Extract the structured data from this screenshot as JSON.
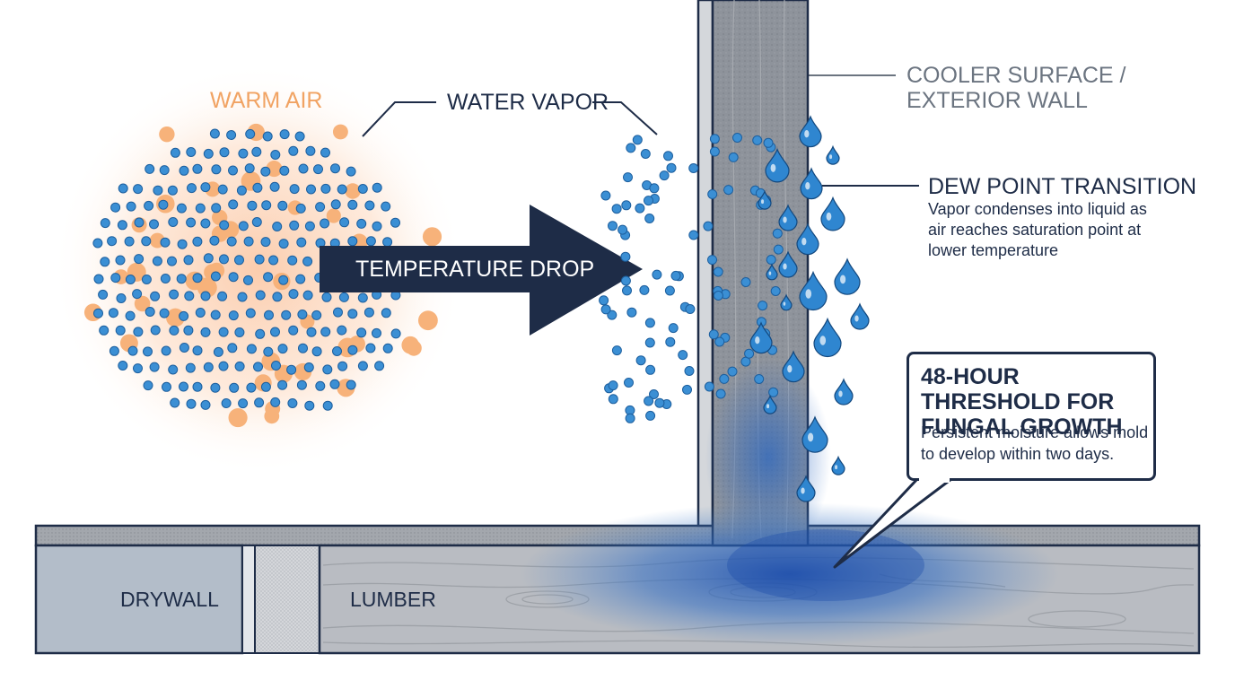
{
  "labels": {
    "warm_air": "WARM AIR",
    "water_vapor": "WATER VAPOR",
    "cooler_surface": "COOLER SURFACE / EXTERIOR WALL",
    "temperature_drop": "TEMPERATURE DROP",
    "dew_point_title": "DEW POINT TRANSITION",
    "dew_point_body": "Vapor condenses into liquid as air reaches saturation point at lower temperature",
    "threshold_title": "48-HOUR THRESHOLD FOR FUNGAL GROWTH",
    "threshold_body": "Persistent moisture allows mold to develop within two days.",
    "drywall": "DRYWALL",
    "lumber": "LUMBER"
  },
  "colors": {
    "navy": "#1e2c47",
    "vapor_dot": "#3b8fd4",
    "warm_glow": "#f7b27a",
    "droplet": "#2f86d0",
    "moisture_stain": "#1f5fb8",
    "wood": "#b9bcc2",
    "drywall": "#b3bdc9"
  }
}
